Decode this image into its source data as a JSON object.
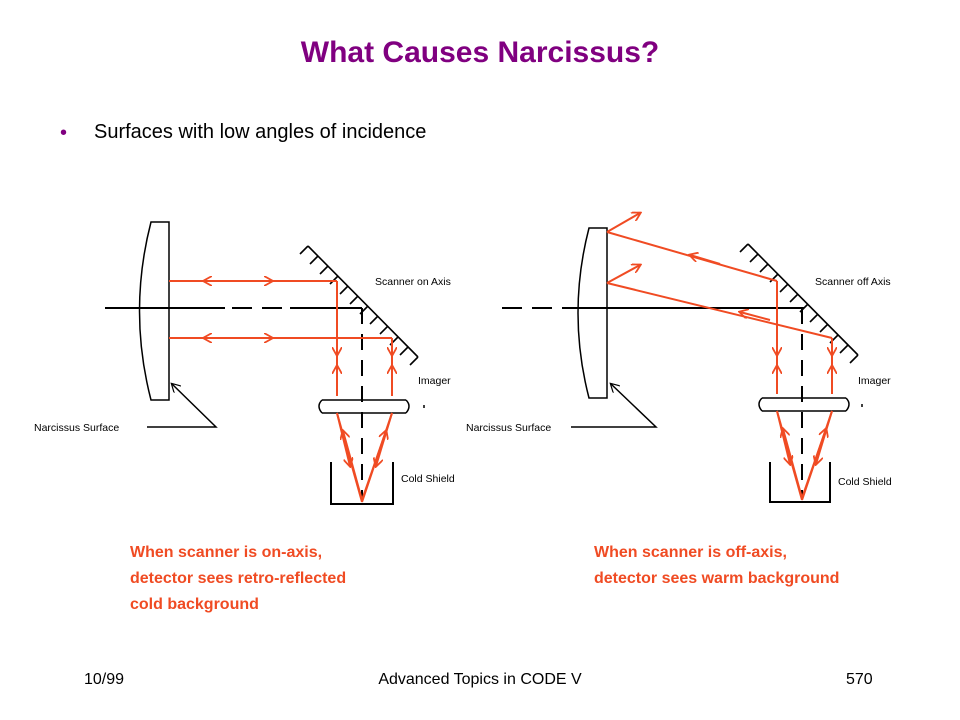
{
  "slide": {
    "title": "What Causes Narcissus?",
    "bullet": "Surfaces with low angles of incidence"
  },
  "diagram_left": {
    "scanner_label": "Scanner on Axis",
    "imager_label": "Imager",
    "narcissus_label": "Narcissus Surface",
    "cold_shield_label": "Cold Shield",
    "caption_lines": [
      "When scanner is on-axis,",
      "detector sees retro-reflected",
      "cold background"
    ]
  },
  "diagram_right": {
    "scanner_label": "Scanner off Axis",
    "imager_label": "Imager",
    "narcissus_label": "Narcissus Surface",
    "cold_shield_label": "Cold Shield",
    "caption_lines": [
      "When scanner is off-axis,",
      "detector sees warm background"
    ]
  },
  "footer": {
    "date": "10/99",
    "course": "Advanced Topics in CODE V",
    "page": "570"
  },
  "colors": {
    "title": "#800080",
    "ray": "#f04b23",
    "caption": "#f04b23"
  }
}
